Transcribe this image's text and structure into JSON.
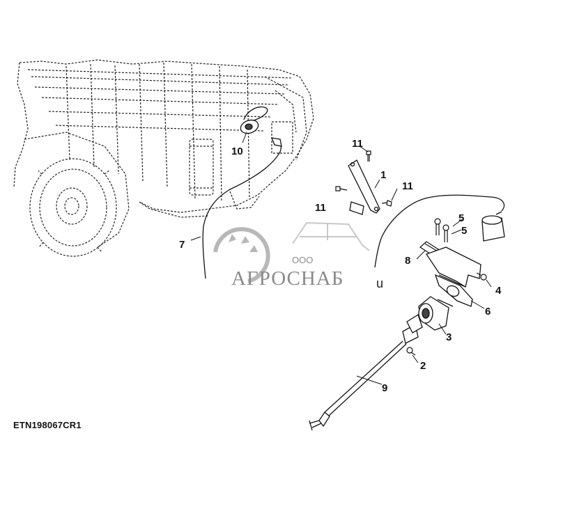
{
  "figure_code": "ETN198067CR1",
  "watermark": {
    "company_prefix": "ООО",
    "company_name": "АГРОСНАБ",
    "trailing": "u"
  },
  "callouts": {
    "c1": "1",
    "c2": "2",
    "c3": "3",
    "c4": "4",
    "c5a": "5",
    "c5b": "5",
    "c6": "6",
    "c7": "7",
    "c8": "8",
    "c9": "9",
    "c10": "10",
    "c11a": "11",
    "c11b": "11",
    "c11c": "11"
  }
}
